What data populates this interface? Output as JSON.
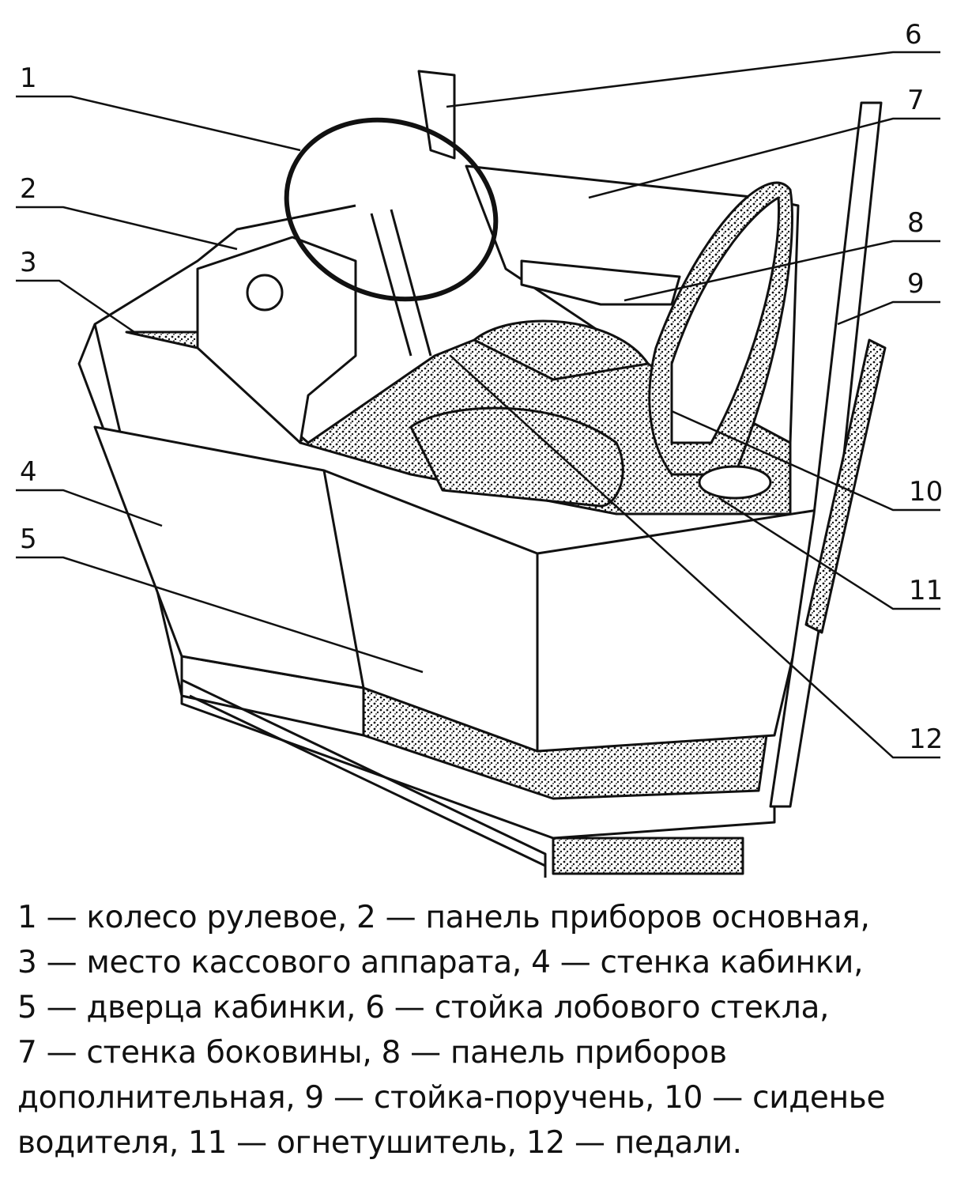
{
  "figure": {
    "labels": [
      "1",
      "2",
      "3",
      "4",
      "5",
      "6",
      "7",
      "8",
      "9",
      "10",
      "11",
      "12"
    ]
  },
  "caption": {
    "lines": [
      "1 — колесо рулевое, 2 — панель приборов основная,",
      "3 — место кассового аппарата, 4 — стенка кабинки,",
      "5 — дверца кабинки, 6 — стойка лобового стекла,",
      "7 — стенка боковины, 8 — панель приборов",
      "дополнительная, 9 — стойка-поручень, 10 — сиденье",
      "водителя, 11 — огнетушитель, 12 — педали."
    ]
  }
}
